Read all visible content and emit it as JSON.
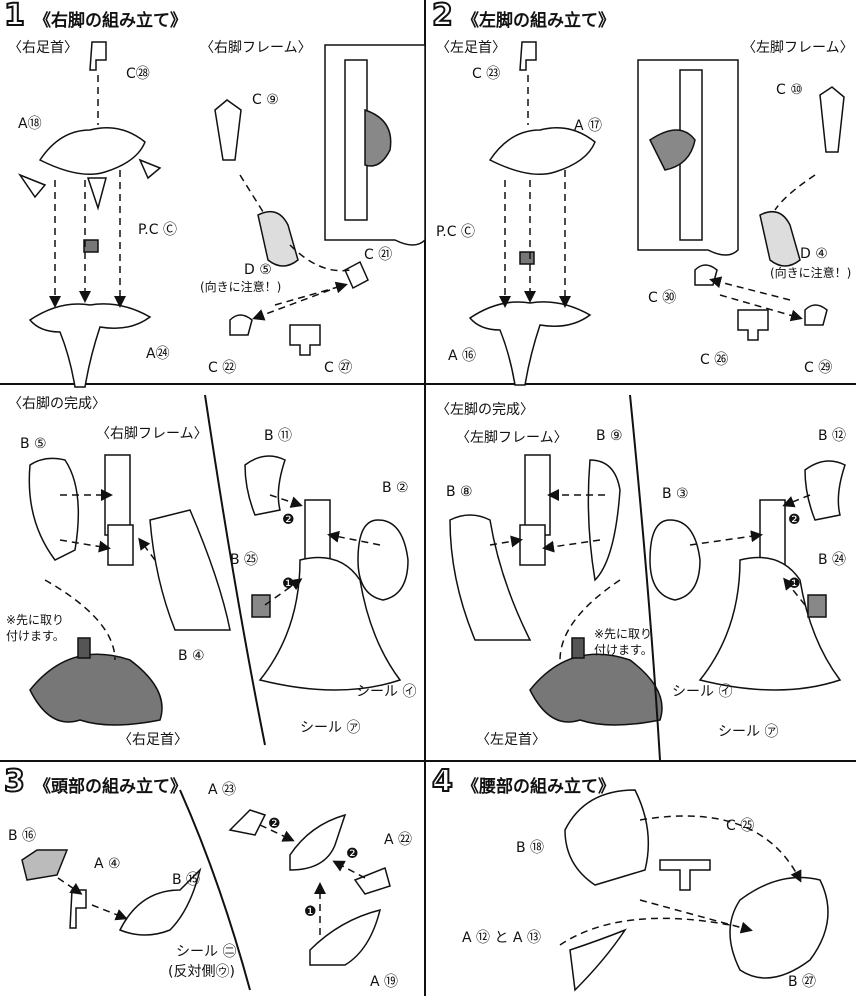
{
  "steps": [
    {
      "num": "1",
      "title": "《右脚の組み立て》"
    },
    {
      "num": "2",
      "title": "《左脚の組み立て》"
    },
    {
      "num": "3",
      "title": "《頭部の組み立て》"
    },
    {
      "num": "4",
      "title": "《腰部の組み立て》"
    }
  ],
  "step1": {
    "ankle_heading": "〈右足首〉",
    "frame_heading": "〈右脚フレーム〉",
    "parts": {
      "c28": "C㉘",
      "a18": "A⑱",
      "pcc": "P.C Ⓒ",
      "a24": "A㉔",
      "c9": "C ⑨",
      "d5": "D ⑤",
      "d5_note": "(向きに注意！)",
      "c21": "C ㉑",
      "c22": "C ㉒",
      "c27": "C ㉗"
    }
  },
  "step2": {
    "ankle_heading": "〈左足首〉",
    "frame_heading": "〈左脚フレーム〉",
    "parts": {
      "c23": "C ㉓",
      "a17": "A ⑰",
      "pcc": "P.C Ⓒ",
      "a16": "A ⑯",
      "c10": "C ⑩",
      "d4": "D ④",
      "d4_note": "(向きに注意！)",
      "c30": "C ㉚",
      "c26": "C ㉖",
      "c29": "C ㉙"
    }
  },
  "right_complete": {
    "heading": "〈右脚の完成〉",
    "frame_label": "〈右脚フレーム〉",
    "note": "※先に取り\n付けます。",
    "ankle_label": "〈右足首〉",
    "parts": {
      "b5": "B ⑤",
      "b4": "B ④",
      "b11": "B ⑪",
      "b2": "B ②",
      "b25": "B ㉕",
      "seal_i": "シール ㋑",
      "seal_a": "シール ㋐",
      "n1": "❶",
      "n2": "❷"
    }
  },
  "left_complete": {
    "heading": "〈左脚の完成〉",
    "frame_label": "〈左脚フレーム〉",
    "note": "※先に取り\n付けます。",
    "ankle_label": "〈左足首〉",
    "parts": {
      "b8": "B ⑧",
      "b9": "B ⑨",
      "b12": "B ⑫",
      "b3": "B ③",
      "b24": "B ㉔",
      "seal_i": "シール ㋑",
      "seal_a": "シール ㋐",
      "n1": "❶",
      "n2": "❷"
    }
  },
  "step3": {
    "parts": {
      "b16": "B ⑯",
      "a4": "A ④",
      "b15": "B ⑮",
      "seal_e": "シール ㊁",
      "seal_e_note": "(反対側㋒)",
      "a23": "A ㉓",
      "a22": "A ㉒",
      "a19": "A ⑲",
      "n1": "❶",
      "n2a": "❷",
      "n2b": "❷"
    }
  },
  "step4": {
    "parts": {
      "c25": "C ㉕",
      "b18": "B ⑱",
      "a12_13": "A ⑫ と A ⑬",
      "b27": "B ㉗"
    }
  },
  "colors": {
    "ink": "#111111",
    "shade": "#8a8a8a",
    "dark": "#555555"
  }
}
